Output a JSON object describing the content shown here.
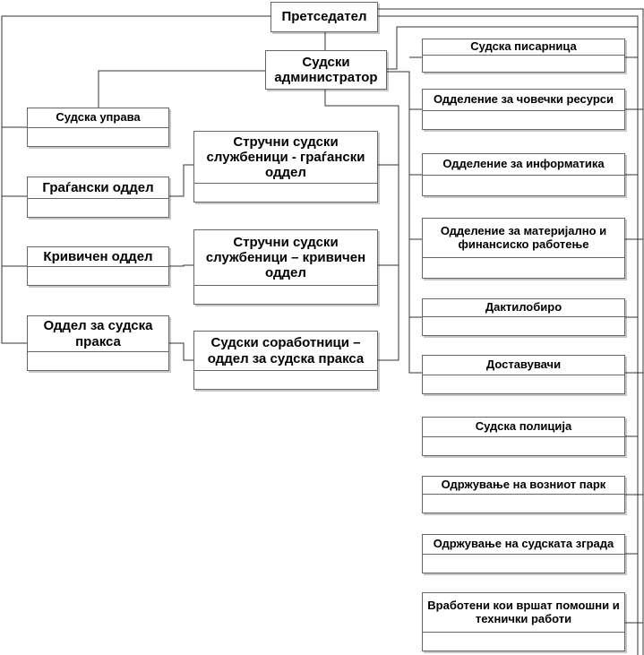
{
  "nodes": {
    "president": "Претседател",
    "administrator": "Судски администратор",
    "court_management": "Судска управа",
    "civil_department": "Граѓански оддел",
    "criminal_department": "Кривичен оддел",
    "court_practice_department": "Оддел за судска пракса",
    "civil_expert_staff": "Стручни судски службеници - граѓански оддел",
    "criminal_expert_staff": "Стручни судски службеници – кривичен оддел",
    "court_practice_associates": "Судски соработници – оддел за судска пракса",
    "court_registry": "Судска писарница",
    "human_resources": "Одделение за човечки ресурси",
    "informatics": "Одделение за информатика",
    "material_financial": "Одделение за материјално и финансиско работење",
    "typing_office": "Дактилобиро",
    "couriers": "Доставувачи",
    "court_police": "Судска полиција",
    "vehicle_fleet": "Одржување на возниот парк",
    "court_building": "Одржување на судската зграда",
    "support_technical_staff": "Вработени кои вршат помошни и технички работи"
  }
}
